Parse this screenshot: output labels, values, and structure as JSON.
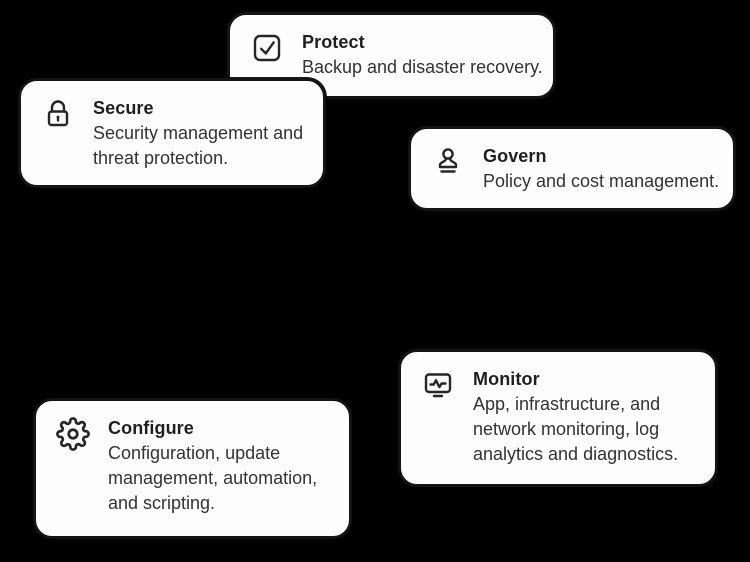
{
  "background_color": "#000000",
  "card_style": {
    "background": "#fdfdfd",
    "border_color": "#141414",
    "title_color": "#1f1f1f",
    "description_color": "#333333",
    "icon_color": "#262626"
  },
  "cards": [
    {
      "id": "protect",
      "icon": "checkbox-check-icon",
      "title": "Protect",
      "description": "Backup and disaster recovery."
    },
    {
      "id": "secure",
      "icon": "lock-icon",
      "title": "Secure",
      "description": "Security management and threat protection."
    },
    {
      "id": "govern",
      "icon": "stamp-icon",
      "title": "Govern",
      "description": "Policy and cost management."
    },
    {
      "id": "monitor",
      "icon": "monitor-pulse-icon",
      "title": "Monitor",
      "description": "App, infrastructure, and network monitoring, log analytics and diagnostics."
    },
    {
      "id": "configure",
      "icon": "gear-icon",
      "title": "Configure",
      "description": "Configuration, update management, automation, and scripting."
    }
  ]
}
